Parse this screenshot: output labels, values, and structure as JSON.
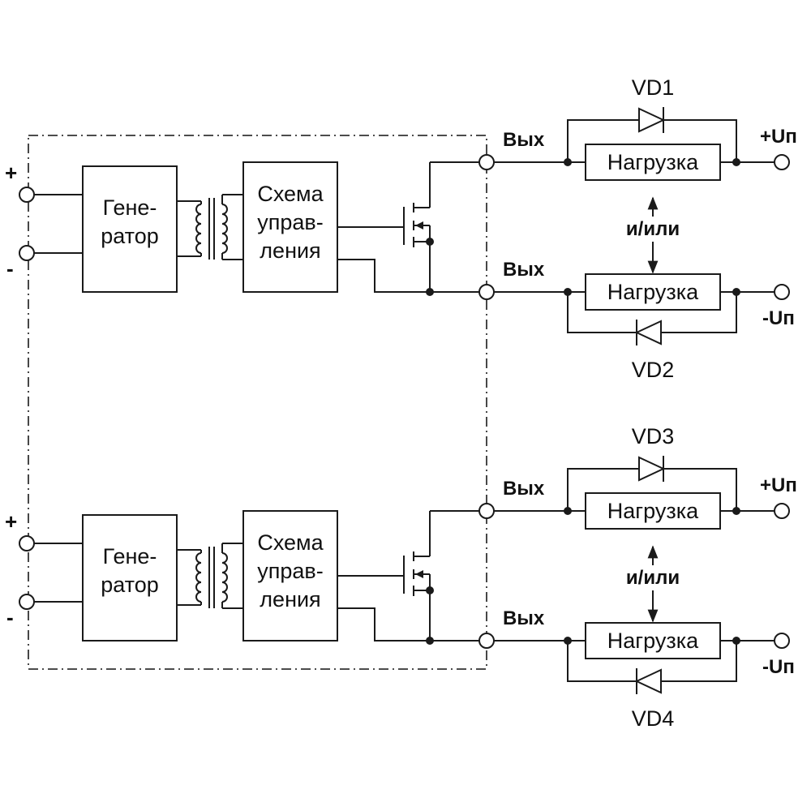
{
  "channels": [
    {
      "generator": [
        "Гене-",
        "ратор"
      ],
      "control": [
        "Схема",
        "управ-",
        "ления"
      ],
      "in_plus": "+",
      "in_minus": "-",
      "out_top": "Вых",
      "out_bottom": "Вых",
      "load_top": "Нагрузка",
      "load_bottom": "Нагрузка",
      "diode_top": "VD1",
      "diode_bottom": "VD2",
      "and_or": "и/или",
      "supply_top": "+Uп",
      "supply_bottom": "-Uп"
    },
    {
      "generator": [
        "Гене-",
        "ратор"
      ],
      "control": [
        "Схема",
        "управ-",
        "ления"
      ],
      "in_plus": "+",
      "in_minus": "-",
      "out_top": "Вых",
      "out_bottom": "Вых",
      "load_top": "Нагрузка",
      "load_bottom": "Нагрузка",
      "diode_top": "VD3",
      "diode_bottom": "VD4",
      "and_or": "и/или",
      "supply_top": "+Uп",
      "supply_bottom": "-Uп"
    }
  ]
}
